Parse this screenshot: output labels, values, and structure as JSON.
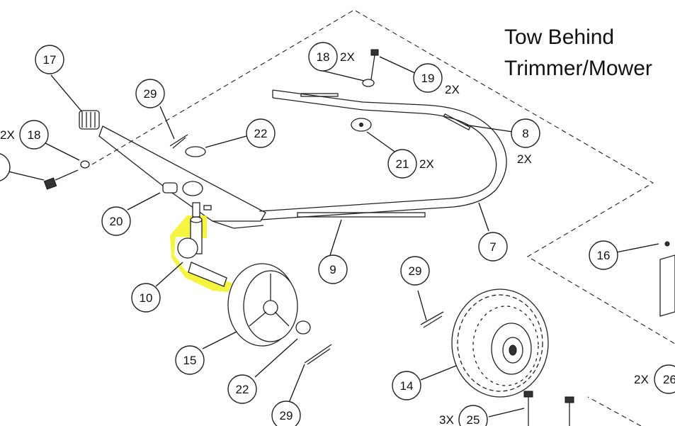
{
  "title": {
    "line1": "Tow Behind",
    "line2": "Trimmer/Mower"
  },
  "callouts": [
    {
      "id": "c17",
      "label": "17",
      "qty": ""
    },
    {
      "id": "c18a",
      "label": "18",
      "qty": "2X"
    },
    {
      "id": "c19",
      "label": "19",
      "qty": "2X"
    },
    {
      "id": "c29a",
      "label": "29",
      "qty": ""
    },
    {
      "id": "c22a",
      "label": "22",
      "qty": ""
    },
    {
      "id": "c8",
      "label": "8",
      "qty": "2X"
    },
    {
      "id": "c21",
      "label": "21",
      "qty": "2X"
    },
    {
      "id": "c18b",
      "label": "18",
      "qty": "2X"
    },
    {
      "id": "c20",
      "label": "20",
      "qty": ""
    },
    {
      "id": "c7",
      "label": "7",
      "qty": ""
    },
    {
      "id": "c9",
      "label": "9",
      "qty": ""
    },
    {
      "id": "c16",
      "label": "16",
      "qty": ""
    },
    {
      "id": "c10",
      "label": "10",
      "qty": ""
    },
    {
      "id": "c29b",
      "label": "29",
      "qty": ""
    },
    {
      "id": "c15",
      "label": "15",
      "qty": ""
    },
    {
      "id": "c22b",
      "label": "22",
      "qty": ""
    },
    {
      "id": "c14",
      "label": "14",
      "qty": ""
    },
    {
      "id": "c29c",
      "label": "29",
      "qty": ""
    },
    {
      "id": "c25",
      "label": "25",
      "qty": "3X"
    },
    {
      "id": "c26",
      "label": "26",
      "qty": "2X"
    }
  ],
  "highlight_color": "#f3f320"
}
